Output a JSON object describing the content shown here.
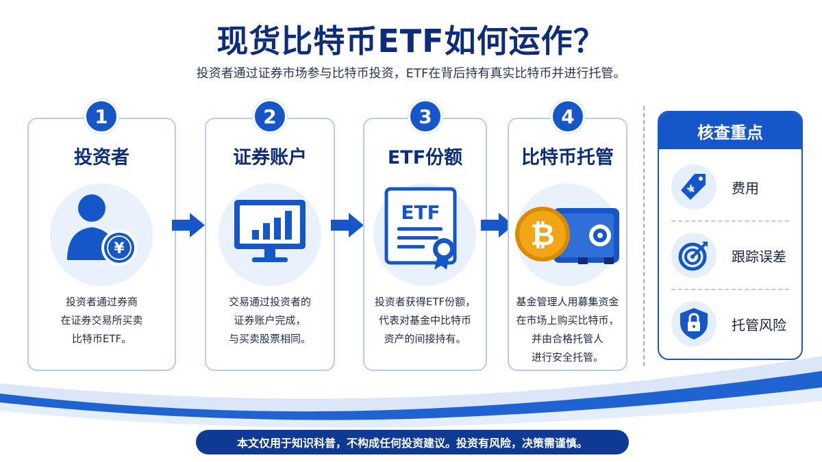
{
  "header": {
    "title": "现货比特币ETF如何运作？",
    "subtitle": "投资者通过证券市场参与比特币投资，ETF在背后持有真实比特币并进行托管。"
  },
  "steps": [
    {
      "num": "1",
      "title": "投资者",
      "desc": "投资者通过券商\n在证券交易所买卖\n比特币ETF。",
      "icon": "investor-yen-icon"
    },
    {
      "num": "2",
      "title": "证券账户",
      "desc": "交易通过投资者的\n证券账户完成，\n与买卖股票相同。",
      "icon": "monitor-chart-icon"
    },
    {
      "num": "3",
      "title": "ETF份额",
      "desc": "投资者获得ETF份额，\n代表对基金中比特币\n资产的间接持有。",
      "icon": "etf-certificate-icon",
      "certificate_text": "ETF"
    },
    {
      "num": "4",
      "title": "比特币托管",
      "desc": "基金管理人用募集资金\n在市场上购买比特币，\n并由合格托管人\n进行安全托管。",
      "icon": "bitcoin-safe-icon"
    }
  ],
  "key_points": {
    "title": "核查重点",
    "items": [
      {
        "label": "费用",
        "icon": "yen-tag-icon"
      },
      {
        "label": "跟踪误差",
        "icon": "target-icon"
      },
      {
        "label": "托管风险",
        "icon": "lock-shield-icon"
      }
    ]
  },
  "footer": {
    "disclaimer": "本文仅用于知识科普，不构成任何投资建议。投资有风险，决策需谨慎。"
  },
  "colors": {
    "primary": "#1556c9",
    "navy": "#0d2d7c",
    "light_bg": "#e9f1fc",
    "gold": "#f2a516"
  }
}
